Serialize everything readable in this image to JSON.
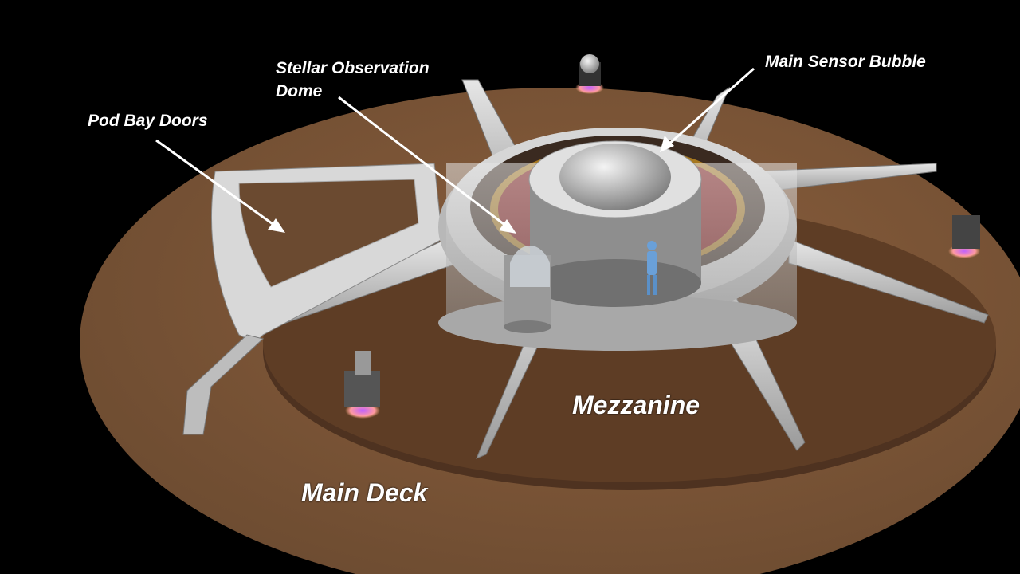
{
  "labels": {
    "pod_bay_doors": "Pod Bay Doors",
    "stellar_dome_line1": "Stellar Observation",
    "stellar_dome_line2": "Dome",
    "main_sensor_bubble": "Main Sensor Bubble",
    "mezzanine": "Mezzanine",
    "main_deck": "Main Deck"
  },
  "colors": {
    "background": "#000000",
    "main_deck": "#7a5234",
    "mezzanine": "#5a3a22",
    "structure": "#c8c8c8",
    "label": "#ffffff"
  }
}
